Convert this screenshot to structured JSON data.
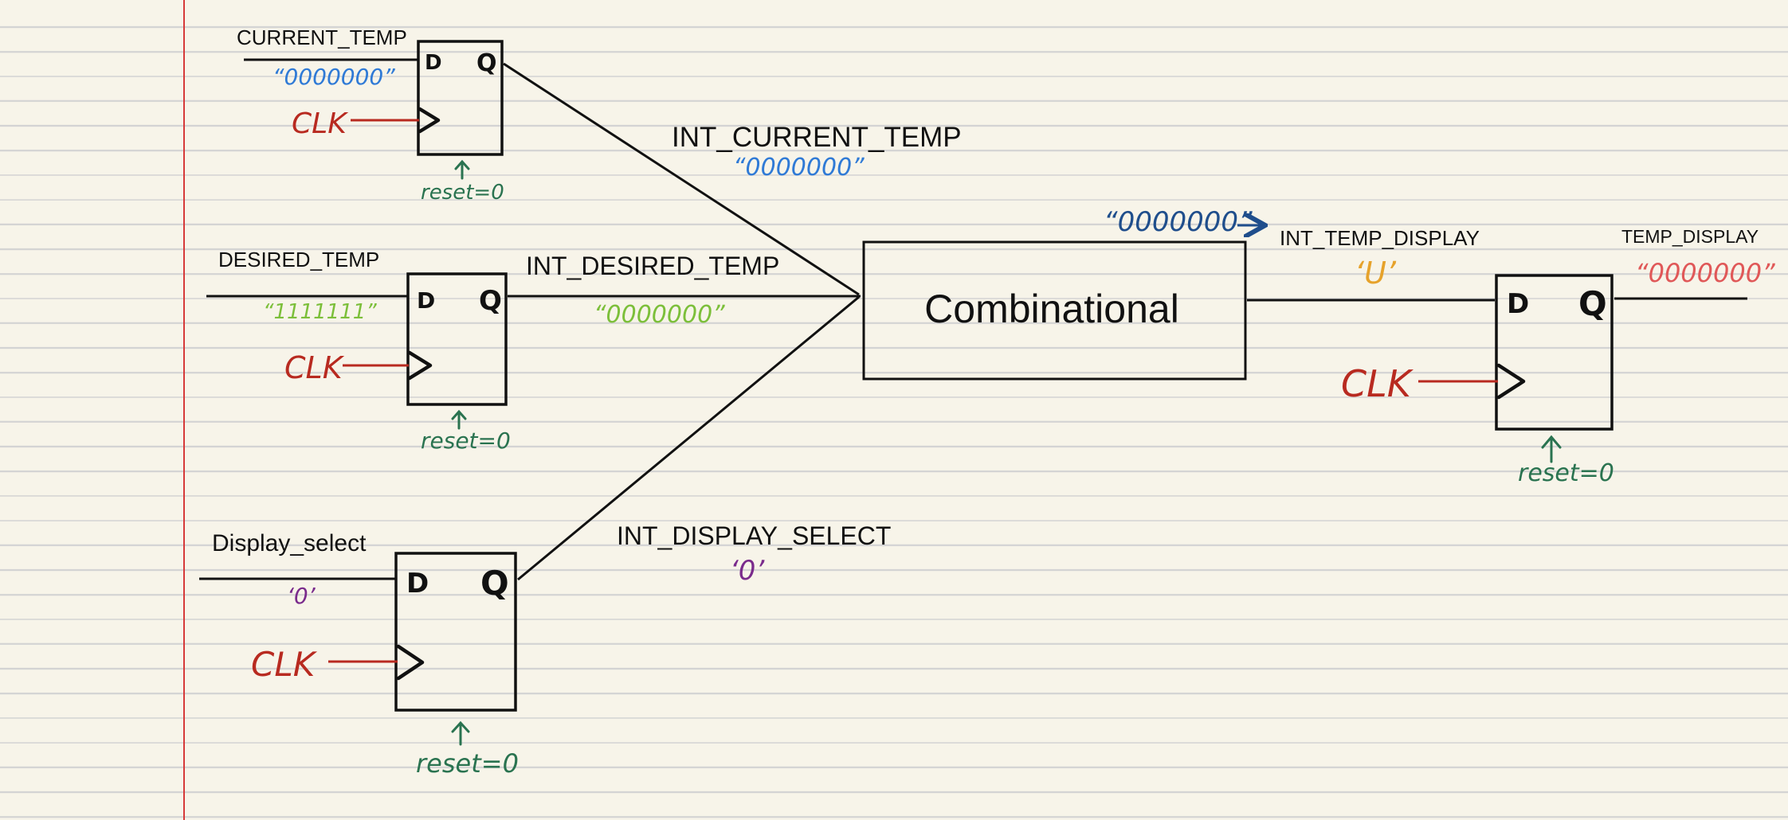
{
  "colors": {
    "paper": "#f7f4e9",
    "ruled_line": "#d3d3d3",
    "margin_line": "#d63a3a",
    "ink": "#111111",
    "clk_red": "#b82a20",
    "reset_green": "#2a7350",
    "blue_value": "#2f7ad6",
    "navy_value": "#1f4e8c",
    "green_value": "#7cbf3a",
    "orange_value": "#e6a22b",
    "purple_value": "#7a2b8c",
    "red_value": "#e05858"
  },
  "inputs": {
    "current_temp": {
      "label": "CURRENT_TEMP",
      "value": "“0000000”"
    },
    "desired_temp": {
      "label": "DESIRED_TEMP",
      "value": "“1111111”"
    },
    "display_select": {
      "label": "Display_select",
      "value": "‘0’"
    }
  },
  "flipflop": {
    "d_pin": "D",
    "q_pin": "Q",
    "clk_label": "CLK",
    "reset_label": "reset=0"
  },
  "internal": {
    "int_current_temp": {
      "label": "INT_CURRENT_TEMP",
      "value": "“0000000”"
    },
    "int_desired_temp": {
      "label": "INT_DESIRED_TEMP",
      "value": "“0000000”"
    },
    "int_display_select": {
      "label": "INT_DISPLAY_SELECT",
      "value": "‘0’"
    }
  },
  "combinational": {
    "label": "Combinational",
    "output_value": "“0000000”"
  },
  "outputs": {
    "int_temp_display": {
      "label": "INT_TEMP_DISPLAY",
      "value": "‘U’"
    },
    "temp_display": {
      "label": "TEMP_DISPLAY",
      "value": "“0000000”"
    }
  }
}
